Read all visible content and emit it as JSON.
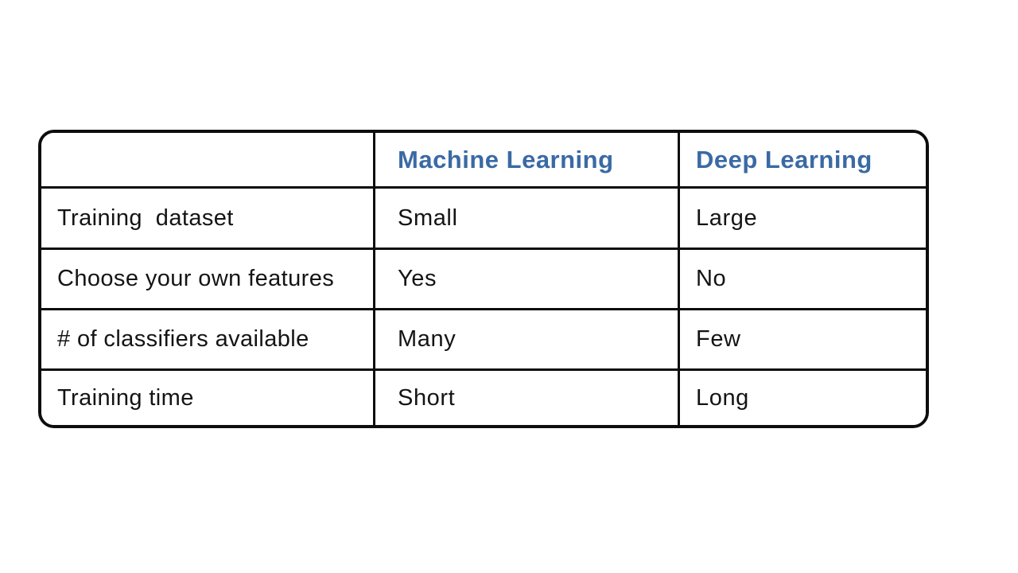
{
  "chart_data": {
    "type": "table",
    "title": "",
    "columns": [
      "",
      "Machine Learning",
      "Deep Learning"
    ],
    "rows": [
      [
        "Training  dataset",
        "Small",
        "Large"
      ],
      [
        "Choose your own features",
        "Yes",
        "No"
      ],
      [
        "# of classifiers available",
        "Many",
        "Few"
      ],
      [
        "Training time",
        "Short",
        "Long"
      ]
    ]
  },
  "colors": {
    "header_text": "#3a6aa4",
    "body_text": "#141414",
    "border": "#0d0d0d",
    "background": "#ffffff"
  }
}
